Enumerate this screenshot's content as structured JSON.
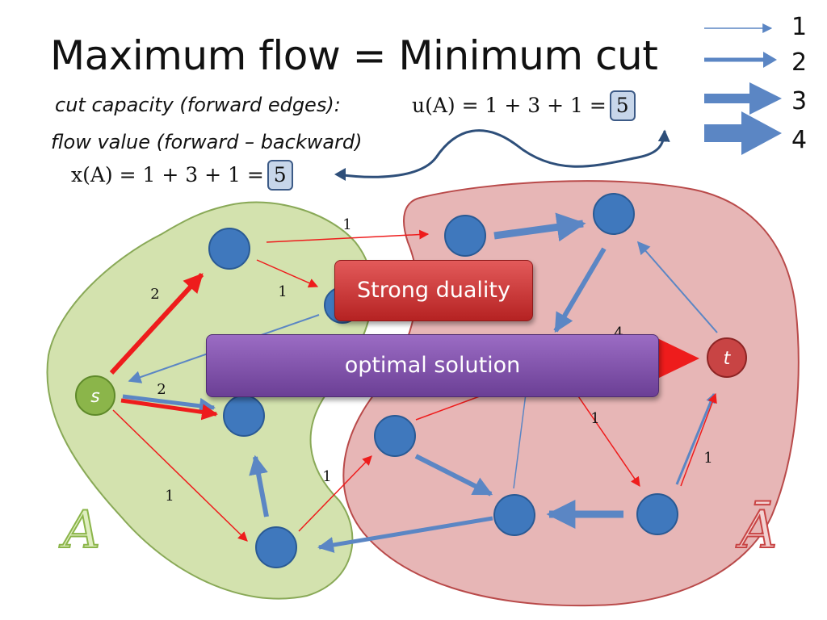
{
  "title": "Maximum flow = Minimum cut",
  "cut_capacity": {
    "label": "cut capacity (forward edges):",
    "expression": "u(A) = 1 + 3 + 1 =",
    "value": "5"
  },
  "flow_value": {
    "label": "flow value (forward – backward)",
    "expression": "x(A) = 1 + 3 + 1 =",
    "value": "5"
  },
  "legend": [
    {
      "label": "1",
      "width": 1
    },
    {
      "label": "2",
      "width": 2
    },
    {
      "label": "3",
      "width": 3
    },
    {
      "label": "4",
      "width": 4
    }
  ],
  "sets": {
    "A": "A",
    "A_bar": "Ā"
  },
  "nodes": {
    "source": "s",
    "sink": "t"
  },
  "edge_labels": {
    "s_top": "2",
    "s_mid": "2",
    "s_bottom": "1",
    "top_cut": "1",
    "top_inner": "1",
    "bottom_cut": "1",
    "right_mid": "1",
    "right_t": "1",
    "center_t": "4"
  },
  "banners": {
    "strong_duality": "Strong duality",
    "optimal_solution": "optimal solution"
  },
  "colors": {
    "flow_edge": "#5b86c4",
    "cut_edge": "#ee1c1c",
    "node_fill": "#3f78bd",
    "set_A_fill": "#d3e2ae",
    "set_Abar_fill": "#e7b6b6",
    "source_fill": "#8bb54a",
    "sink_fill": "#c84444"
  }
}
